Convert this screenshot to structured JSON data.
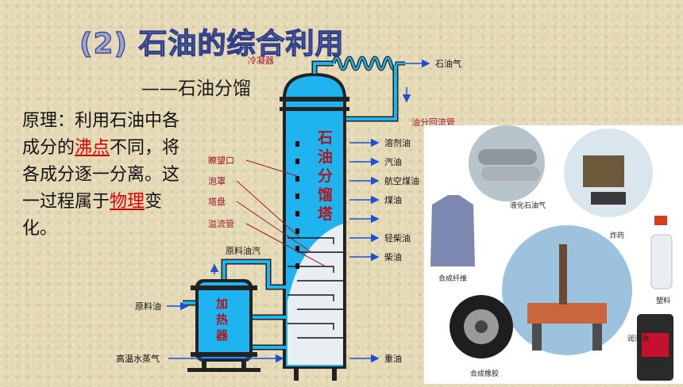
{
  "title": "(2) 石油的综合利用",
  "subtitle": "——石油分馏",
  "principle": {
    "part1": "原理：利用石油中各成分的",
    "highlight1": "沸点",
    "part2": "不同，将各成分逐一分离。这一过程属于",
    "highlight2": "物理",
    "part3": "变化。"
  },
  "diagram": {
    "condenser": "冷凝器",
    "petroleum_gas": "石油气",
    "reflux_pipe": "油分回流管",
    "tower": [
      "石",
      "油",
      "分",
      "馏",
      "塔"
    ],
    "heater": [
      "加",
      "热",
      "器"
    ],
    "left_labels": [
      "瞭望口",
      "泡罩",
      "塔盘",
      "溢流管"
    ],
    "crude_vapor": "原料油汽",
    "crude_oil": "原料油",
    "steam": "高温水蒸气",
    "outputs": [
      "溶剂油",
      "汽油",
      "航空煤油",
      "煤油",
      "轻柴油",
      "柴油",
      "重油"
    ]
  },
  "products": {
    "lpg": "液化石油气",
    "explosive": "炸药",
    "fiber": "合成纤维",
    "plastic": "塑料",
    "rubber": "合成橡胶",
    "lubricant": "润滑油"
  }
}
